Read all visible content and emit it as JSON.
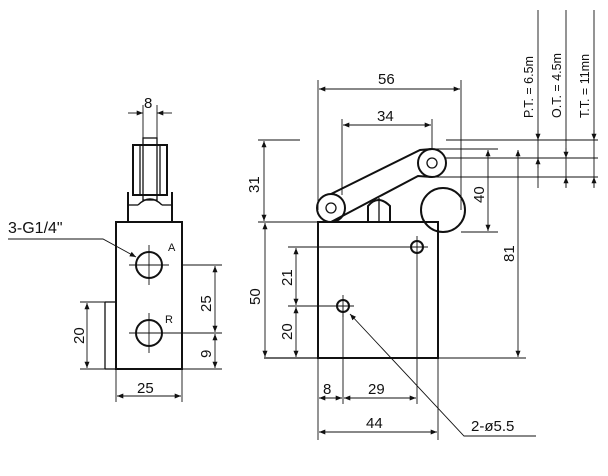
{
  "drawing": {
    "side_view": {
      "top_width": "8",
      "port_label": "3-G1/4\"",
      "port_a": "A",
      "port_r": "R",
      "height_25": "25",
      "height_9": "9",
      "height_20": "20",
      "bottom_width": "25"
    },
    "front_view": {
      "width_56": "56",
      "width_34": "34",
      "height_31": "31",
      "height_40": "40",
      "height_81": "81",
      "height_50": "50",
      "height_21": "21",
      "height_20": "20",
      "offset_8": "8",
      "width_29": "29",
      "width_44": "44",
      "holes": "2-ø5.5"
    },
    "travel": {
      "pt": "P.T. = 6.5m",
      "ot": "O.T. = 4.5m",
      "tt": "T.T. = 11mn"
    }
  }
}
